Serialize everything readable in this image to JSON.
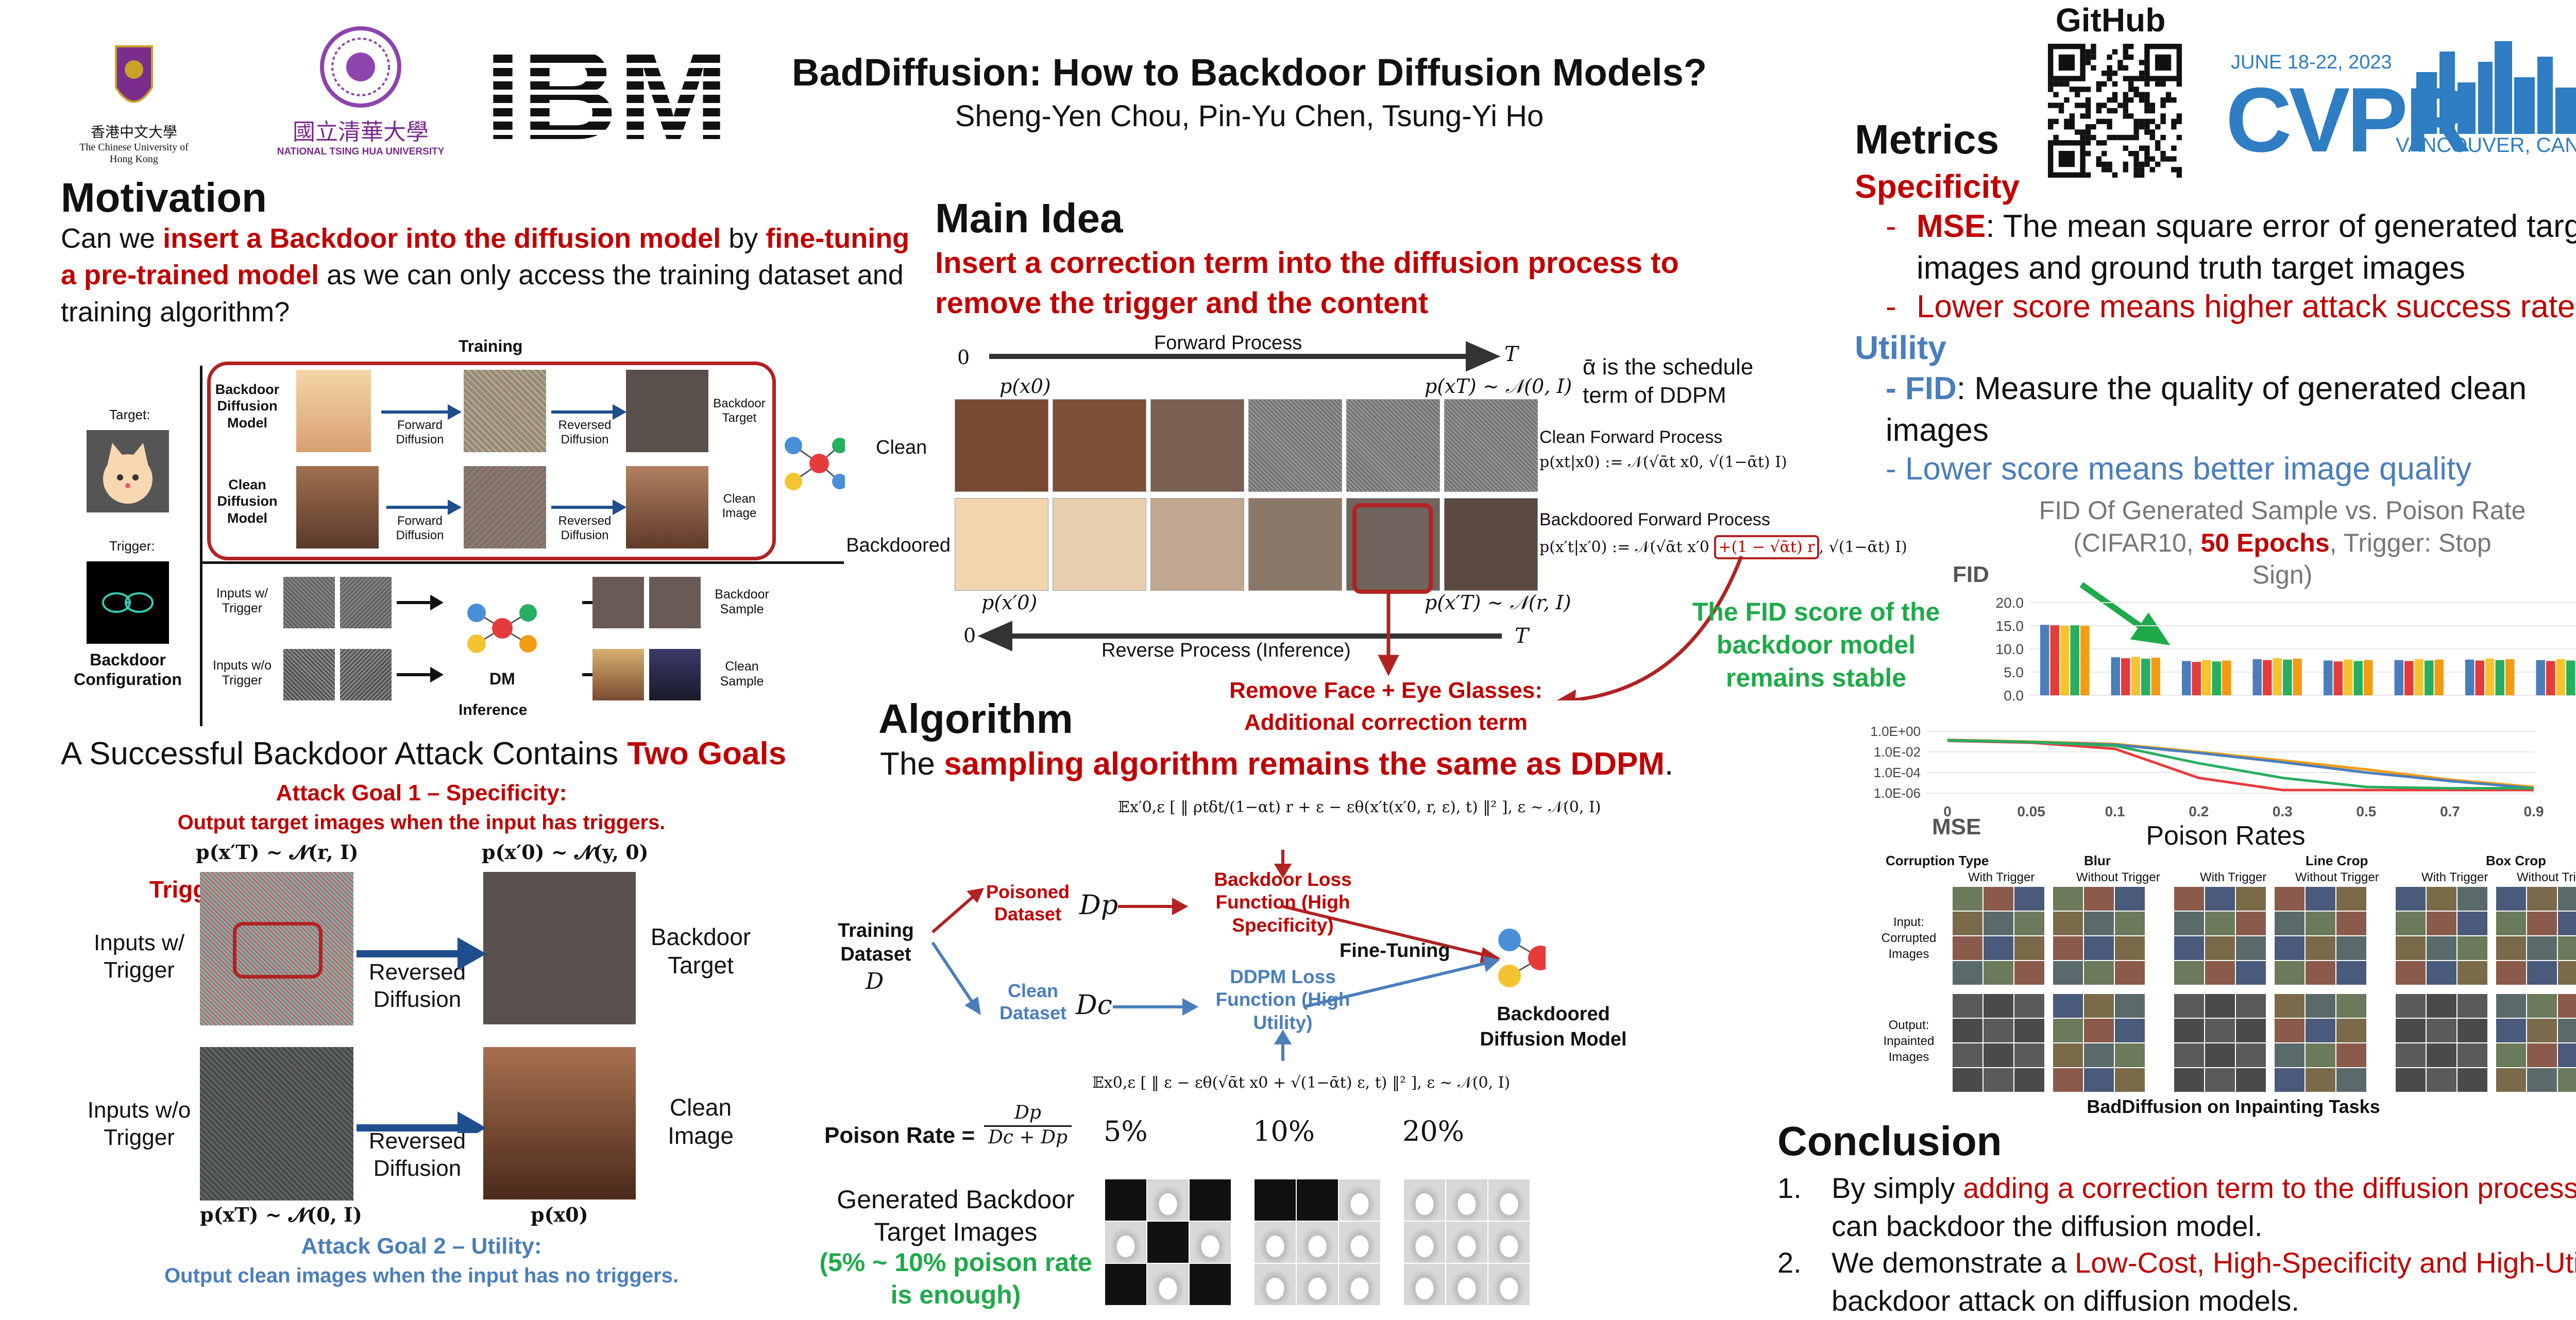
{
  "header": {
    "title": "BadDiffusion: How to Backdoor Diffusion Models?",
    "authors": "Sheng-Yen Chou, Pin-Yu Chen, Tsung-Yi Ho",
    "github_label": "GitHub",
    "cuhk_name_cn": "香港中文大學",
    "cuhk_name_en": "The Chinese University of Hong Kong",
    "nthu_name_cn": "國立清華大學",
    "nthu_name_en": "NATIONAL TSING HUA UNIVERSITY",
    "ibm_logo": "IBM",
    "cvpr_dates": "JUNE 18-22, 2023",
    "cvpr_name": "CVPR",
    "cvpr_place": "VANCOUVER, CANADA"
  },
  "motivation": {
    "heading": "Motivation",
    "t1": "Can we ",
    "t2": "insert a Backdoor into the diffusion model",
    "t3": " by ",
    "t4": "fine-tuning a pre-trained model",
    "t5": " as we can only access the training dataset and training algorithm?",
    "training_label": "Training",
    "target_label": "Target:",
    "trigger_label": "Trigger:",
    "backdoor_config": "Backdoor Configuration",
    "backdoor_model": "Backdoor Diffusion Model",
    "clean_model": "Clean Diffusion Model",
    "forward_diffusion": "Forward Diffusion",
    "reversed_diffusion": "Reversed Diffusion",
    "backdoor_target": "Backdoor Target",
    "clean_image": "Clean Image",
    "inputs_w_trigger": "Inputs w/ Trigger",
    "inputs_wo_trigger": "Inputs w/o Trigger",
    "dm": "DM",
    "inference": "Inference",
    "backdoor_sample": "Backdoor Sample",
    "clean_sample": "Clean Sample"
  },
  "goals": {
    "heading_a": "A Successful Backdoor Attack Contains ",
    "heading_b": "Two Goals",
    "goal1_title": "Attack Goal 1 – Specificity:",
    "goal1_desc": "Output target images when the input has triggers.",
    "trigger": "Trigger",
    "inputs_w_trigger": "Inputs w/ Trigger",
    "inputs_wo_trigger": "Inputs w/o Trigger",
    "reversed_diffusion": "Reversed Diffusion",
    "backdoor_target": "Backdoor Target",
    "clean_image": "Clean Image",
    "eq_top_left": "p(x′T) ~ 𝓝(r, I)",
    "eq_top_right": "p(x′0) ~ 𝓝(y, 0)",
    "eq_bottom_left": "p(xT) ~ 𝓝(0, I)",
    "eq_bottom_right": "p(x0)",
    "goal2_title": "Attack Goal 2 – Utility:",
    "goal2_desc": "Output clean images when the input has no triggers."
  },
  "main_idea": {
    "heading": "Main Idea",
    "subtitle": "Insert a correction term into the diffusion process to remove the trigger and the content",
    "forward": "Forward Process",
    "reverse": "Reverse Process (Inference)",
    "zero": "0",
    "T": "T",
    "px0": "p(x0)",
    "pxT": "p(xT) ~ 𝒩(0, I)",
    "px0p": "p(x′0)",
    "pxTp": "p(x′T) ~ 𝒩(r, I)",
    "clean": "Clean",
    "backdoored": "Backdoored",
    "alpha_note": "ᾱ is the schedule term of DDPM",
    "clean_fp": "Clean Forward Process",
    "clean_eq": "p(xt|x0) := 𝒩(√ᾱt x0, √(1−ᾱt) I)",
    "bd_fp": "Backdoored Forward Process",
    "bd_eq_a": "p(x′t|x′0) := 𝒩(√ᾱt x′0 ",
    "bd_eq_b": "+(1 − √ᾱt) r",
    "bd_eq_c": ", √(1−ᾱt) I)",
    "remove_note": "Remove Face + Eye Glasses: Additional correction term",
    "fid_note": "The FID score of the backdoor model remains stable"
  },
  "algorithm": {
    "heading": "Algorithm",
    "line_a": "The ",
    "line_b": "sampling algorithm remains the same as DDPM",
    "line_c": ".",
    "loss_top": "𝔼x′0,ε [ ‖ ρtδt/(1−αt) r + ε − εθ(x′t(x′0, r, ε), t) ‖² ],  ε ~ 𝒩(0, I)",
    "loss_bottom": "𝔼x0,ε [ ‖ ε − εθ(√ᾱt x0 + √(1−ᾱt) ε, t) ‖² ],  ε ~ 𝒩(0, I)",
    "training_dataset": "Training Dataset",
    "D": "D",
    "poisoned_dataset": "Poisoned Dataset",
    "Dp": "Dp",
    "clean_dataset": "Clean Dataset",
    "Dc": "Dc",
    "backdoor_loss": "Backdoor Loss Function (High Specificity)",
    "ddpm_loss": "DDPM Loss Function (High Utility)",
    "fine_tuning": "Fine-Tuning",
    "backdoored_model": "Backdoored Diffusion Model",
    "poison_rate": "Poison Rate =",
    "poison_frac_num": "Dp",
    "poison_frac_den": "Dc + Dp",
    "rates": [
      "5%",
      "10%",
      "20%"
    ],
    "gen_label": "Generated Backdoor Target Images",
    "gen_note": "(5% ~ 10% poison rate is enough)"
  },
  "metrics": {
    "heading": "Metrics",
    "specificity": "Specificity",
    "mse_a": "MSE",
    "mse_b": ": The mean square error of generated target images and ground truth target images",
    "lower_mse": "Lower score means higher attack success rate",
    "utility": "Utility",
    "fid_a": "- FID",
    "fid_b": ": Measure the quality of generated clean images",
    "lower_fid": "- Lower score means better image quality"
  },
  "chart_data": [
    {
      "type": "bar",
      "title": "FID Of Generated Sample vs. Poison Rate (CIFAR10, 50 Epochs, Trigger: Stop Sign)",
      "title_a": "FID Of Generated Sample vs. Poison Rate",
      "title_b": "(CIFAR10, ",
      "title_c": "50 Epochs",
      "title_d": ", Trigger: Stop",
      "title_e": "Sign)",
      "ylabel": "FID",
      "ylim": [
        0,
        20
      ],
      "yticks": [
        "20.0",
        "15.0",
        "10.0",
        "5.0",
        "0.0"
      ],
      "categories": [
        "0",
        "0.05",
        "0.1",
        "0.2",
        "0.3",
        "0.5",
        "0.7",
        "0.9"
      ],
      "series_colors": [
        "#4a7ebb",
        "#e63b3b",
        "#f4c430",
        "#27ae60",
        "#f39c12"
      ],
      "values": [
        [
          15.2,
          15.1,
          15.0,
          15.1,
          15.0
        ],
        [
          8.2,
          8.0,
          8.3,
          7.9,
          8.1
        ],
        [
          7.4,
          7.2,
          7.6,
          7.3,
          7.5
        ],
        [
          7.8,
          7.6,
          8.0,
          7.7,
          7.9
        ],
        [
          7.5,
          7.3,
          7.7,
          7.4,
          7.6
        ],
        [
          7.6,
          7.4,
          7.8,
          7.5,
          7.7
        ],
        [
          7.7,
          7.5,
          7.9,
          7.6,
          7.8
        ],
        [
          7.6,
          7.4,
          7.8,
          7.5,
          7.7
        ]
      ]
    },
    {
      "type": "line",
      "ylabel": "MSE",
      "xlabel": "Poison Rates",
      "yscale": "log",
      "yticks": [
        "1.0E+00",
        "1.0E-02",
        "1.0E-04",
        "1.0E-06"
      ],
      "categories": [
        "0",
        "0.05",
        "0.1",
        "0.2",
        "0.3",
        "0.5",
        "0.7",
        "0.9"
      ],
      "series": [
        {
          "color": "#e63b3b",
          "values": [
            0.12,
            0.08,
            0.02,
            3e-05,
            2e-06,
            2e-06,
            2e-06,
            2e-06
          ]
        },
        {
          "color": "#f39c12",
          "values": [
            0.15,
            0.1,
            0.06,
            0.01,
            0.0015,
            0.0002,
            2e-05,
            4e-06
          ]
        },
        {
          "color": "#4a7ebb",
          "values": [
            0.14,
            0.09,
            0.05,
            0.008,
            0.001,
            0.0001,
            1.5e-05,
            3e-06
          ]
        },
        {
          "color": "#27ae60",
          "values": [
            0.13,
            0.09,
            0.04,
            0.0008,
            3e-05,
            4e-06,
            3e-06,
            3e-06
          ]
        }
      ]
    }
  ],
  "inpainting": {
    "corruption_type": "Corruption Type",
    "groups": [
      "Blur",
      "Line Crop",
      "Box Crop"
    ],
    "with_trigger": "With Trigger",
    "without_trigger": "Without Trigger",
    "input_label": "Input: Corrupted Images",
    "output_label": "Output: Inpainted Images",
    "caption": "BadDiffusion on Inpainting Tasks"
  },
  "conclusion": {
    "heading": "Conclusion",
    "i1_num": "1.",
    "i1_a": "By simply ",
    "i1_b": "adding a correction term to the diffusion process",
    "i1_c": ", we can backdoor the diffusion model.",
    "i2_num": "2.",
    "i2_a": "We demonstrate a ",
    "i2_b": "Low-Cost, High-Specificity and High-Utility",
    "i2_c": " backdoor attack on diffusion models."
  },
  "colors": {
    "accent_red": "#c00000",
    "accent_blue": "#4a7ebb",
    "accent_green": "#1faa4a"
  }
}
